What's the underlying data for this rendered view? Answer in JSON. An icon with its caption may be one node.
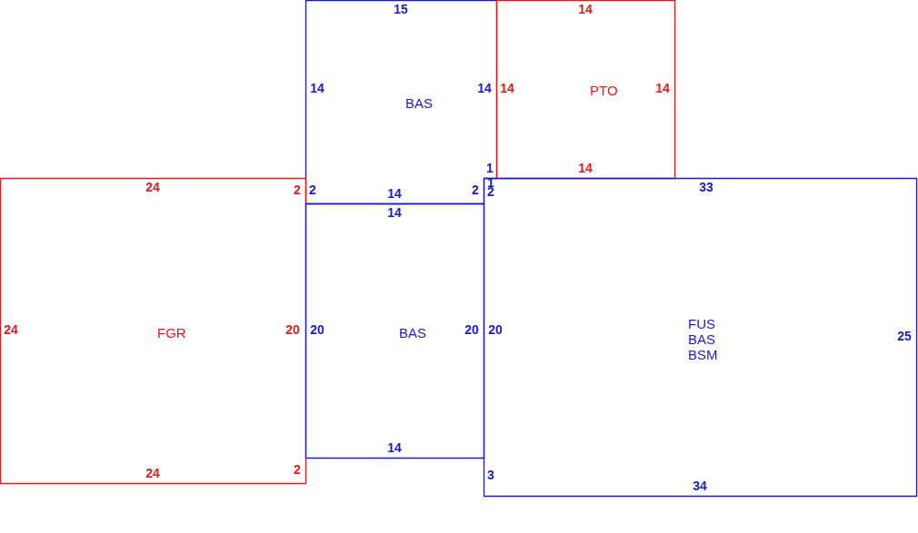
{
  "diagram": {
    "nodes": [
      {
        "text": [
          "BAS"
        ]
      },
      {
        "text": [
          "PTO"
        ]
      },
      {
        "text": [
          "FGR"
        ]
      },
      {
        "text": [
          "BAS"
        ]
      },
      {
        "text": [
          "FUS",
          "BAS",
          "BSM"
        ]
      }
    ],
    "labels": [
      "15",
      "14",
      "14",
      "14",
      "14",
      "14",
      "1",
      "14",
      "24",
      "2",
      "2",
      "14",
      "2",
      "1",
      "2",
      "33",
      "14",
      "24",
      "20",
      "20",
      "20",
      "20",
      "25",
      "14",
      "2",
      "24",
      "3",
      "34"
    ]
  }
}
